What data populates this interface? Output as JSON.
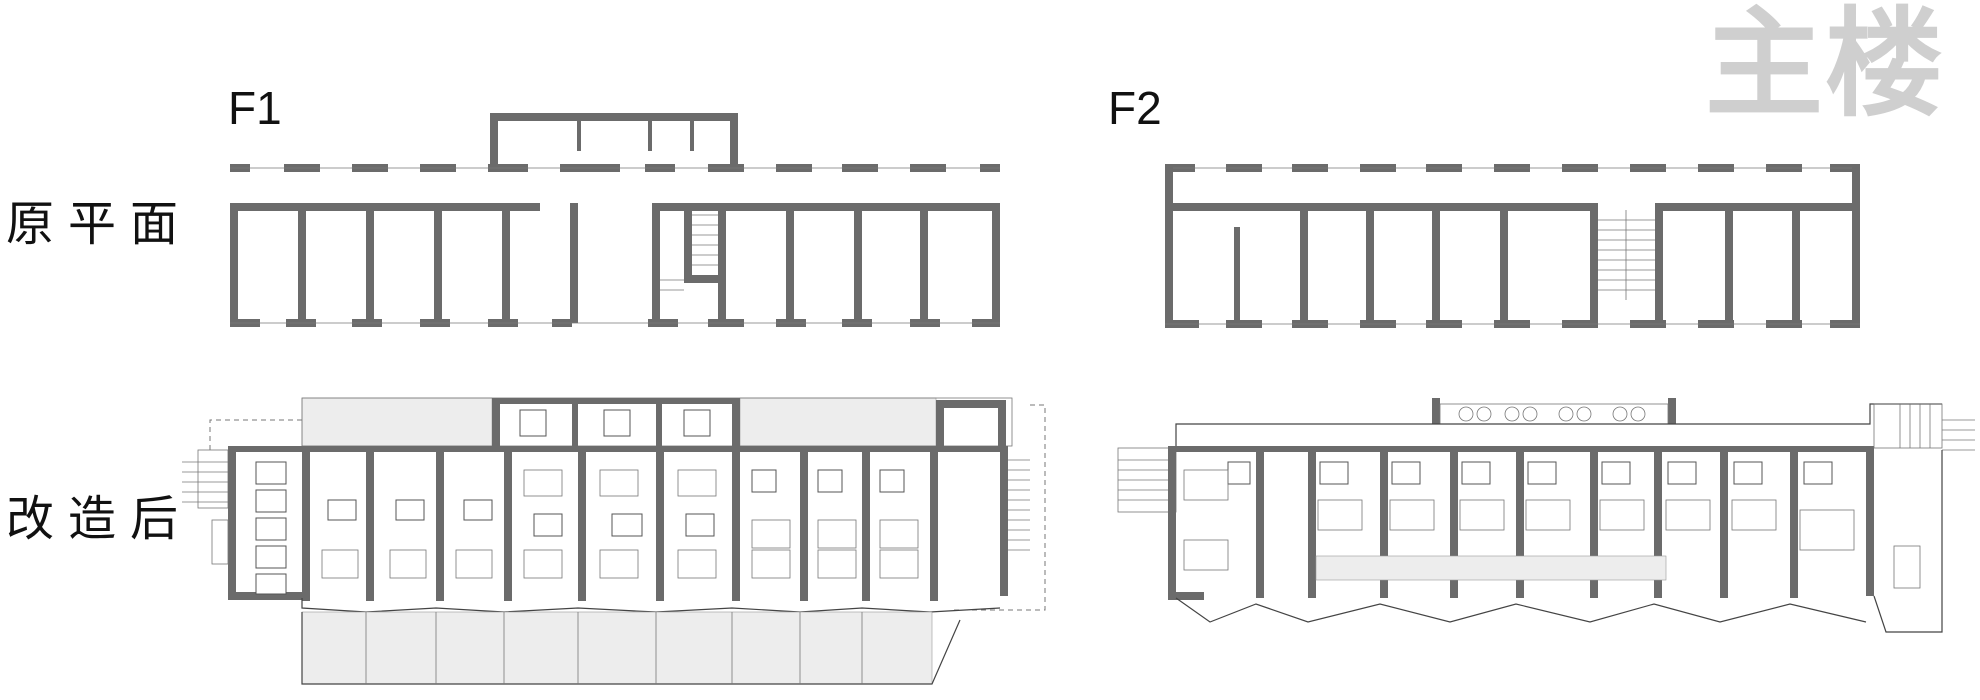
{
  "title": "主楼",
  "floors": {
    "f1": "F1",
    "f2": "F2"
  },
  "rows": {
    "original": "原平面",
    "renovated": "改造后"
  }
}
